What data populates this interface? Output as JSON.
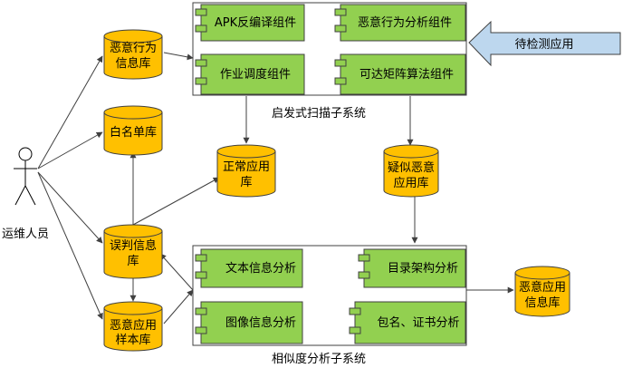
{
  "actor": {
    "label": "运维人员"
  },
  "databases": {
    "malicious_behavior_db": {
      "line1": "恶意行为",
      "line2": "信息库"
    },
    "whitelist_db": {
      "line1": "白名单库"
    },
    "misjudge_db": {
      "line1": "误判信息",
      "line2": "库"
    },
    "malicious_sample_db": {
      "line1": "恶意应用",
      "line2": "样本库"
    },
    "normal_app_db": {
      "line1": "正常应用",
      "line2": "库"
    },
    "suspect_db": {
      "line1": "疑似恶意",
      "line2": "应用库"
    },
    "malicious_app_db": {
      "line1": "恶意应用",
      "line2": "信息库"
    }
  },
  "heuristic_subsystem": {
    "label": "启发式扫描子系统",
    "components": {
      "apk_decompile": "APK反编译组件",
      "behavior_analysis": "恶意行为分析组件",
      "job_scheduler": "作业调度组件",
      "reachability_matrix": "可达矩阵算法组件"
    }
  },
  "similarity_subsystem": {
    "label": "相似度分析子系统",
    "components": {
      "text_analysis": "文本信息分析",
      "directory_analysis": "目录架构分析",
      "image_analysis": "图像信息分析",
      "package_cert_analysis": "包名、证书分析"
    }
  },
  "input_arrow": {
    "label": "待检测应用"
  },
  "colors": {
    "component_fill": "#92d050",
    "database_fill": "#ffc000",
    "input_arrow_fill": "#bdd7ee",
    "line": "#404040"
  }
}
